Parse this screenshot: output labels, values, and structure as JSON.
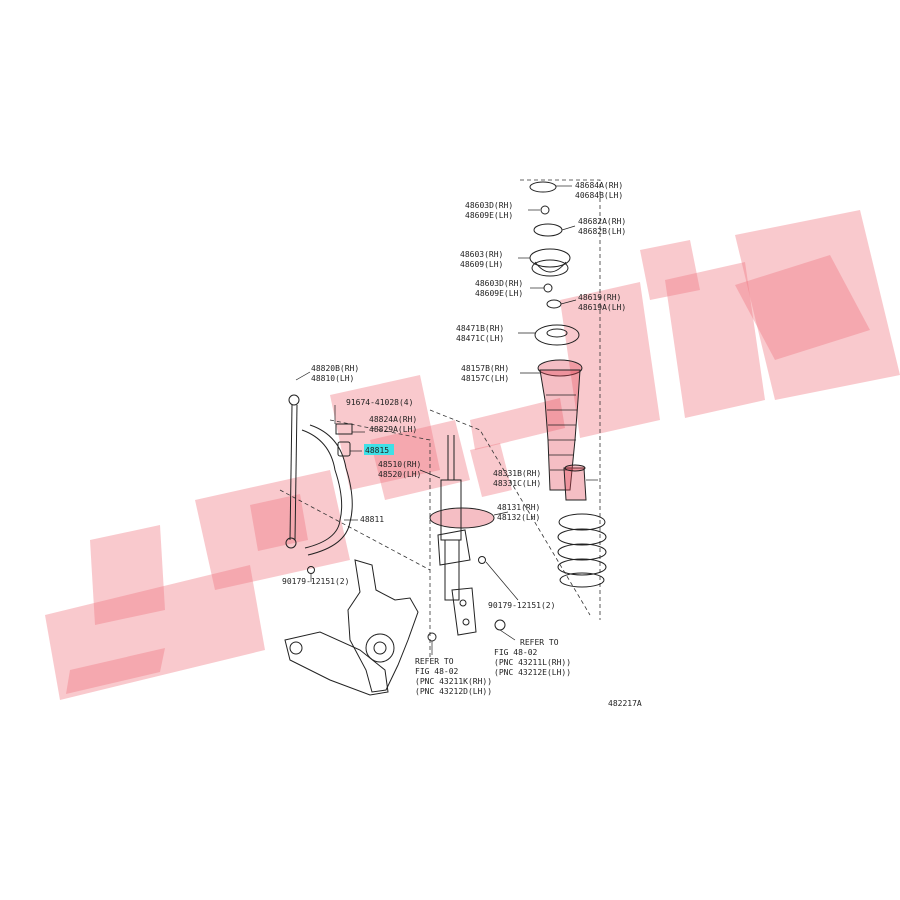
{
  "diagram_code": "482217A",
  "colors": {
    "watermark": "#f08090",
    "highlight": "#3ee0e6",
    "red_parts": "#e14655",
    "line": "#222222"
  },
  "labels": {
    "l48684": "48684A(RH)",
    "l48684b": "40684B(LH)",
    "l48603d_rh": "48603D(RH)",
    "l48609e_lh": "48609E(LH)",
    "l48682a": "48682A(RH)",
    "l48682b": "48682B(LH)",
    "l48603": "48603(RH)",
    "l48609": "48609(LH)",
    "l48603d2": "48603D(RH)",
    "l48609e2": "48609E(LH)",
    "l48619": "48619(RH)",
    "l48619a": "48619A(LH)",
    "l48471b": "48471B(RH)",
    "l48471c": "48471C(LH)",
    "l48157b": "48157B(RH)",
    "l48157c": "48157C(LH)",
    "l48820b": "48820B(RH)",
    "l48810": "48810(LH)",
    "l91674": "91674-41028(4)",
    "l48824a": "48824A(RH)",
    "l48829a": "48829A(LH)",
    "l48815": "48815",
    "l48510": "48510(RH)",
    "l48520": "48520(LH)",
    "l48331b": "48331B(RH)",
    "l48331c": "48331C(LH)",
    "l48131": "48131(RH)",
    "l48132": "48132(LH)",
    "l48811": "48811",
    "l90179_left": "90179-12151(2)",
    "l90179_right": "90179-12151(2)",
    "ref1_line1": "REFER TO",
    "ref1_line2": "FIG 48-02",
    "ref1_line3": "(PNC 43211L(RH))",
    "ref1_line4": "(PNC 43212E(LH))",
    "ref2_line1": "REFER TO",
    "ref2_line2": "FIG 48-02",
    "ref2_line3": "(PNC 43211K(RH))",
    "ref2_line4": "(PNC 43212D(LH))"
  }
}
